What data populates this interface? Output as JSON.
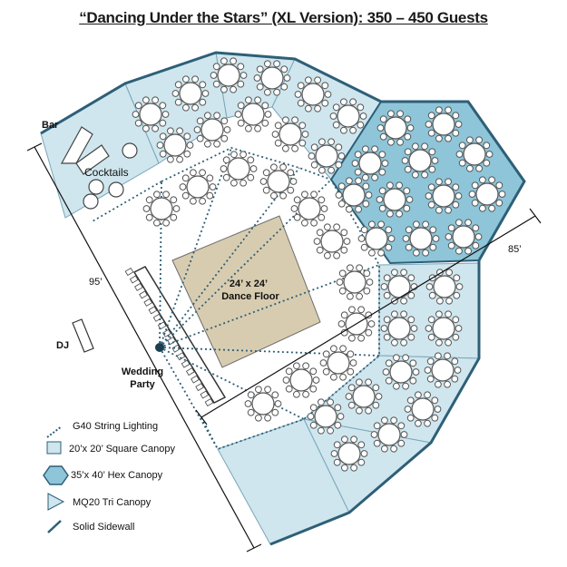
{
  "title": "“Dancing Under the Stars” (XL Version): 350 – 450 Guests",
  "labels": {
    "bar": "Bar",
    "cocktails": "Cocktails",
    "dance_floor_line1": "24’ x 24’",
    "dance_floor_line2": "Dance Floor",
    "dj": "DJ",
    "wedding_line1": "Wedding",
    "wedding_line2": "Party",
    "dim_95": "95’",
    "dim_85": "85’"
  },
  "legend": [
    {
      "symbol": "string-lighting",
      "label": "G40 String Lighting"
    },
    {
      "symbol": "square-canopy",
      "label": "20’x 20’ Square Canopy"
    },
    {
      "symbol": "hex-canopy",
      "label": "35’x 40’ Hex Canopy"
    },
    {
      "symbol": "tri-canopy",
      "label": "MQ20 Tri Canopy"
    },
    {
      "symbol": "solid-sidewall",
      "label": "Solid Sidewall"
    }
  ],
  "colors": {
    "canopy_light": "#cfe6ee",
    "canopy_mid": "#b4d9e6",
    "hex_fill": "#8ec5d8",
    "outline": "#2e5f77",
    "lighting": "#2e5f77",
    "dance_floor": "#d8ccb0",
    "table_stroke": "#555555"
  }
}
